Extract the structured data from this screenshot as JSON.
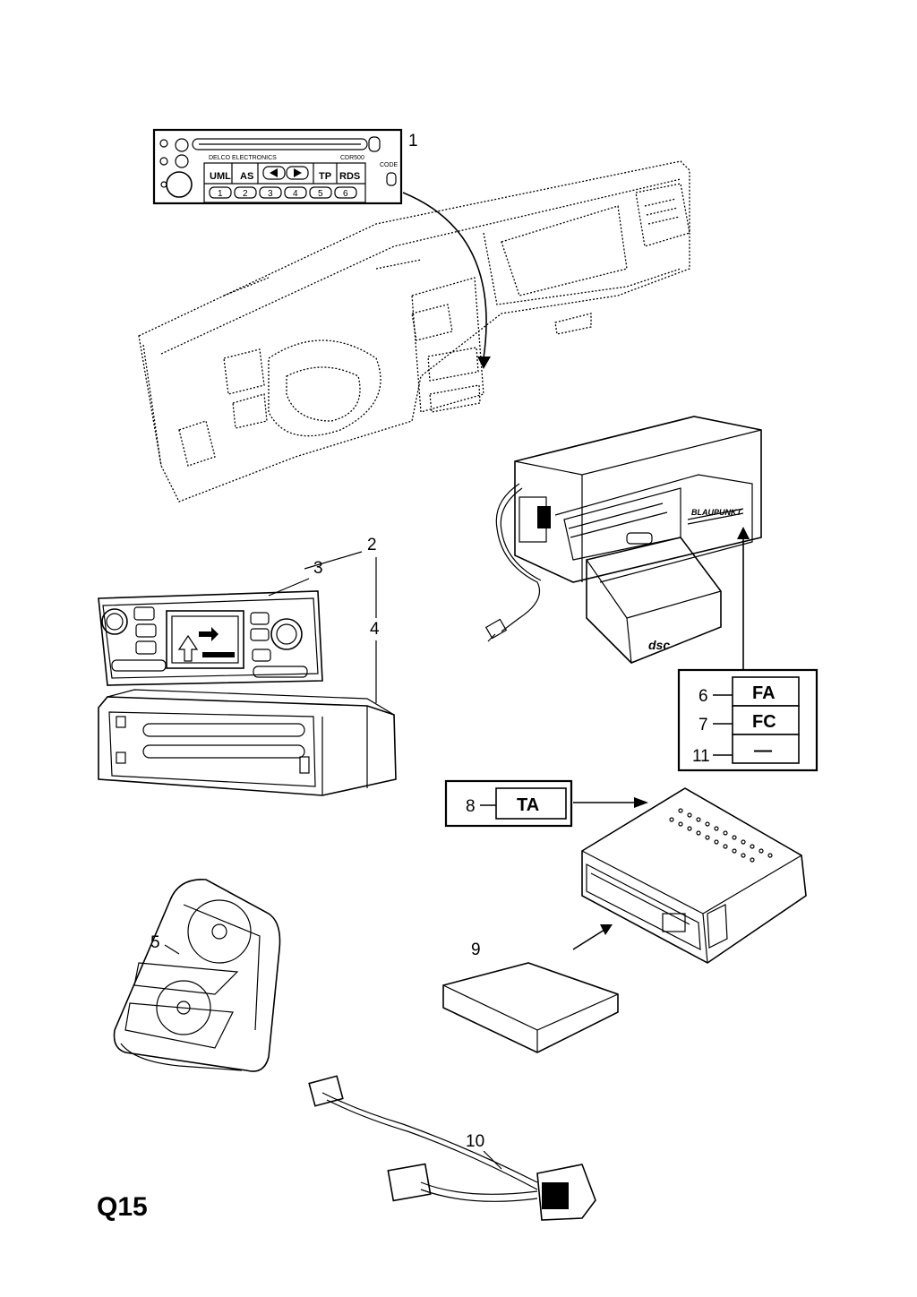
{
  "page_code": "Q15",
  "callouts": [
    "1",
    "2",
    "3",
    "4",
    "5",
    "6",
    "7",
    "8",
    "9",
    "10",
    "11"
  ],
  "radio_panel": {
    "brand": "DELCO ELECTRONICS",
    "model": "CDR500",
    "code_label": "CODE",
    "buttons": [
      "UML",
      "AS",
      "TP",
      "RDS"
    ],
    "presets": [
      "1",
      "2",
      "3",
      "4",
      "5",
      "6"
    ]
  },
  "cd_changer_brand": "BLAUPUNKT",
  "magazine_label": "dsc",
  "code_box_1": [
    {
      "ref": "6",
      "code": "FA"
    },
    {
      "ref": "7",
      "code": "FC"
    },
    {
      "ref": "11",
      "code": "—"
    }
  ],
  "code_box_2": {
    "ref": "8",
    "code": "TA"
  }
}
